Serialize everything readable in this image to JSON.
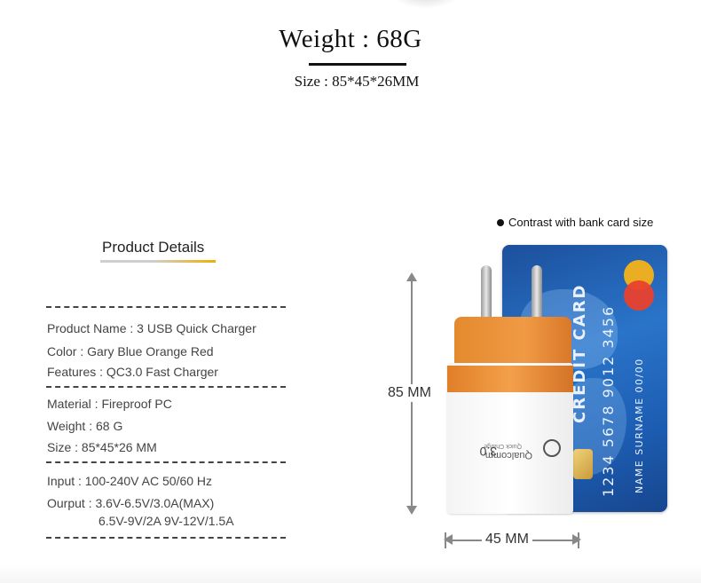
{
  "header": {
    "weight": "Weight : 68G",
    "size": "Size : 85*45*26MM"
  },
  "details": {
    "title": "Product Details",
    "product_name": "Product Name : 3 USB Quick Charger",
    "color": "Color : Gary Blue Orange Red",
    "features": "Features : QC3.0 Fast Charger",
    "material": "Material :  Fireproof PC",
    "weight": "Weight :  68 G",
    "size": "Size :  85*45*26 MM",
    "input": "Input :  100-240V AC 50/60 Hz",
    "output_line1": "Ourput :  3.6V-6.5V/3.0A(MAX)",
    "output_line2": "6.5V-9V/2A  9V-12V/1.5A"
  },
  "illustration": {
    "contrast_note": "Contrast with bank card size",
    "height_label": "85 MM",
    "width_label": "45 MM",
    "card_title": "CREDIT CARD",
    "card_number": "1234  5678  9012  3456",
    "card_name": "NAME SURNAME  00/00",
    "charger_brand": "Qualcomm",
    "charger_sub": "Quick Charge",
    "charger_version": "3.0"
  },
  "colors": {
    "accent_orange": "#f09a45",
    "card_blue": "#2a74c9",
    "underline_gold": "#f0b000"
  }
}
